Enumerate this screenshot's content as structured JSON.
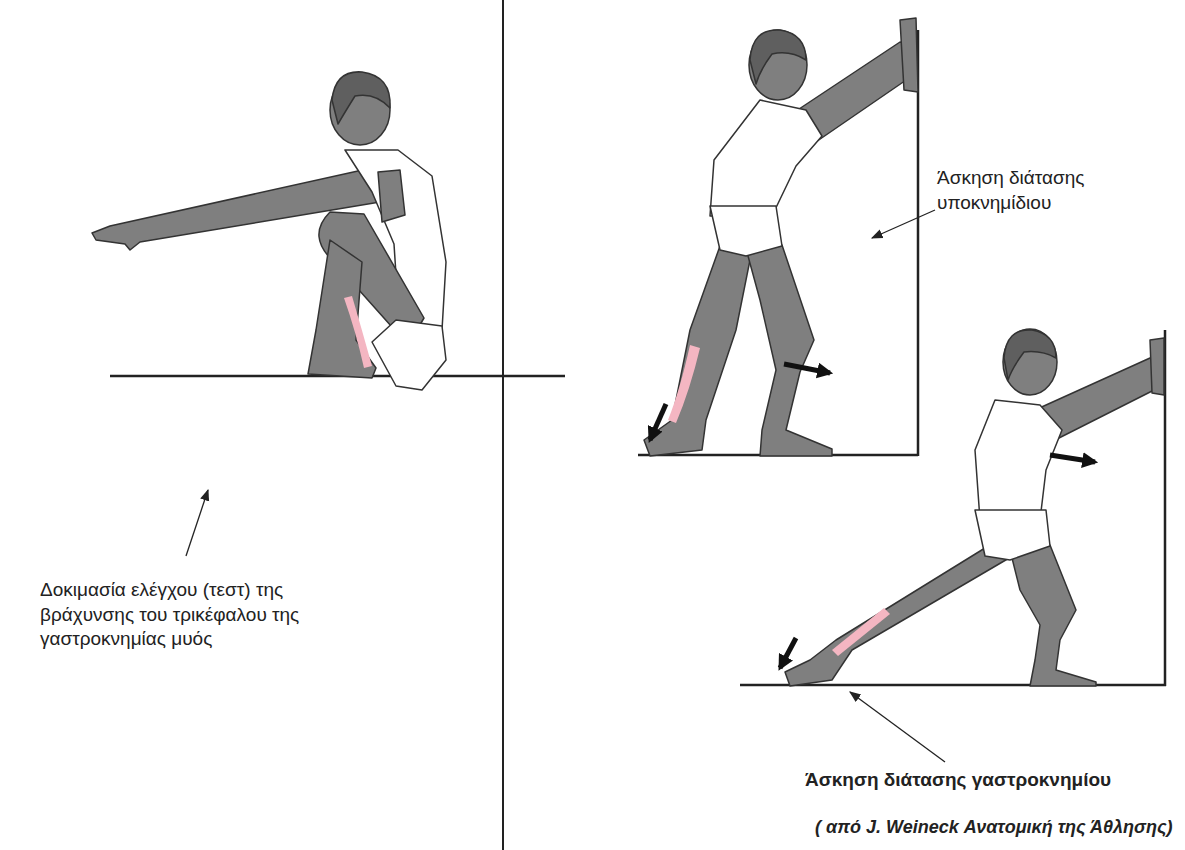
{
  "diagram": {
    "caption": "( από J. Weineck Ανατομική της Άθλησης)",
    "labels": [
      "Δοκιμασία ελέγχου (τεστ) της βράχυνσης του τρικέφαλου της γαστροκνημίας μυός",
      "Άσκηση διάτασης υποκνημίδιου",
      "Άσκηση διάτασης γαστροκνημίου"
    ]
  }
}
